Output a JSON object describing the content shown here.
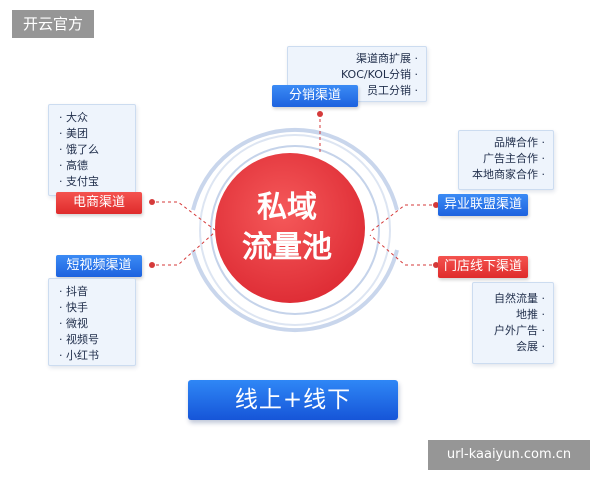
{
  "watermark": {
    "top_left": "开云官方",
    "bottom_right": "url-kaaiyun.com.cn"
  },
  "center": {
    "line1": "私域",
    "line2": "流量池"
  },
  "channels": {
    "ecommerce": {
      "label": "电商渠道",
      "items": [
        "大众",
        "美团",
        "饿了么",
        "高德",
        "支付宝"
      ]
    },
    "short_video": {
      "label": "短视频渠道",
      "items": [
        "抖音",
        "快手",
        "微视",
        "视频号",
        "小红书"
      ]
    },
    "distribution": {
      "label": "分销渠道",
      "items": [
        "渠道商扩展",
        "KOC/KOL分销",
        "员工分销"
      ]
    },
    "alliance": {
      "label": "异业联盟渠道",
      "items": [
        "品牌合作",
        "广告主合作",
        "本地商家合作"
      ]
    },
    "offline": {
      "label": "门店线下渠道",
      "items": [
        "自然流量",
        "地推",
        "户外广告",
        "会展"
      ]
    }
  },
  "bottom_label": "线上+线下",
  "colors": {
    "blue": "#1d62df",
    "red": "#e8343a",
    "card_bg": "#eef4fc"
  }
}
